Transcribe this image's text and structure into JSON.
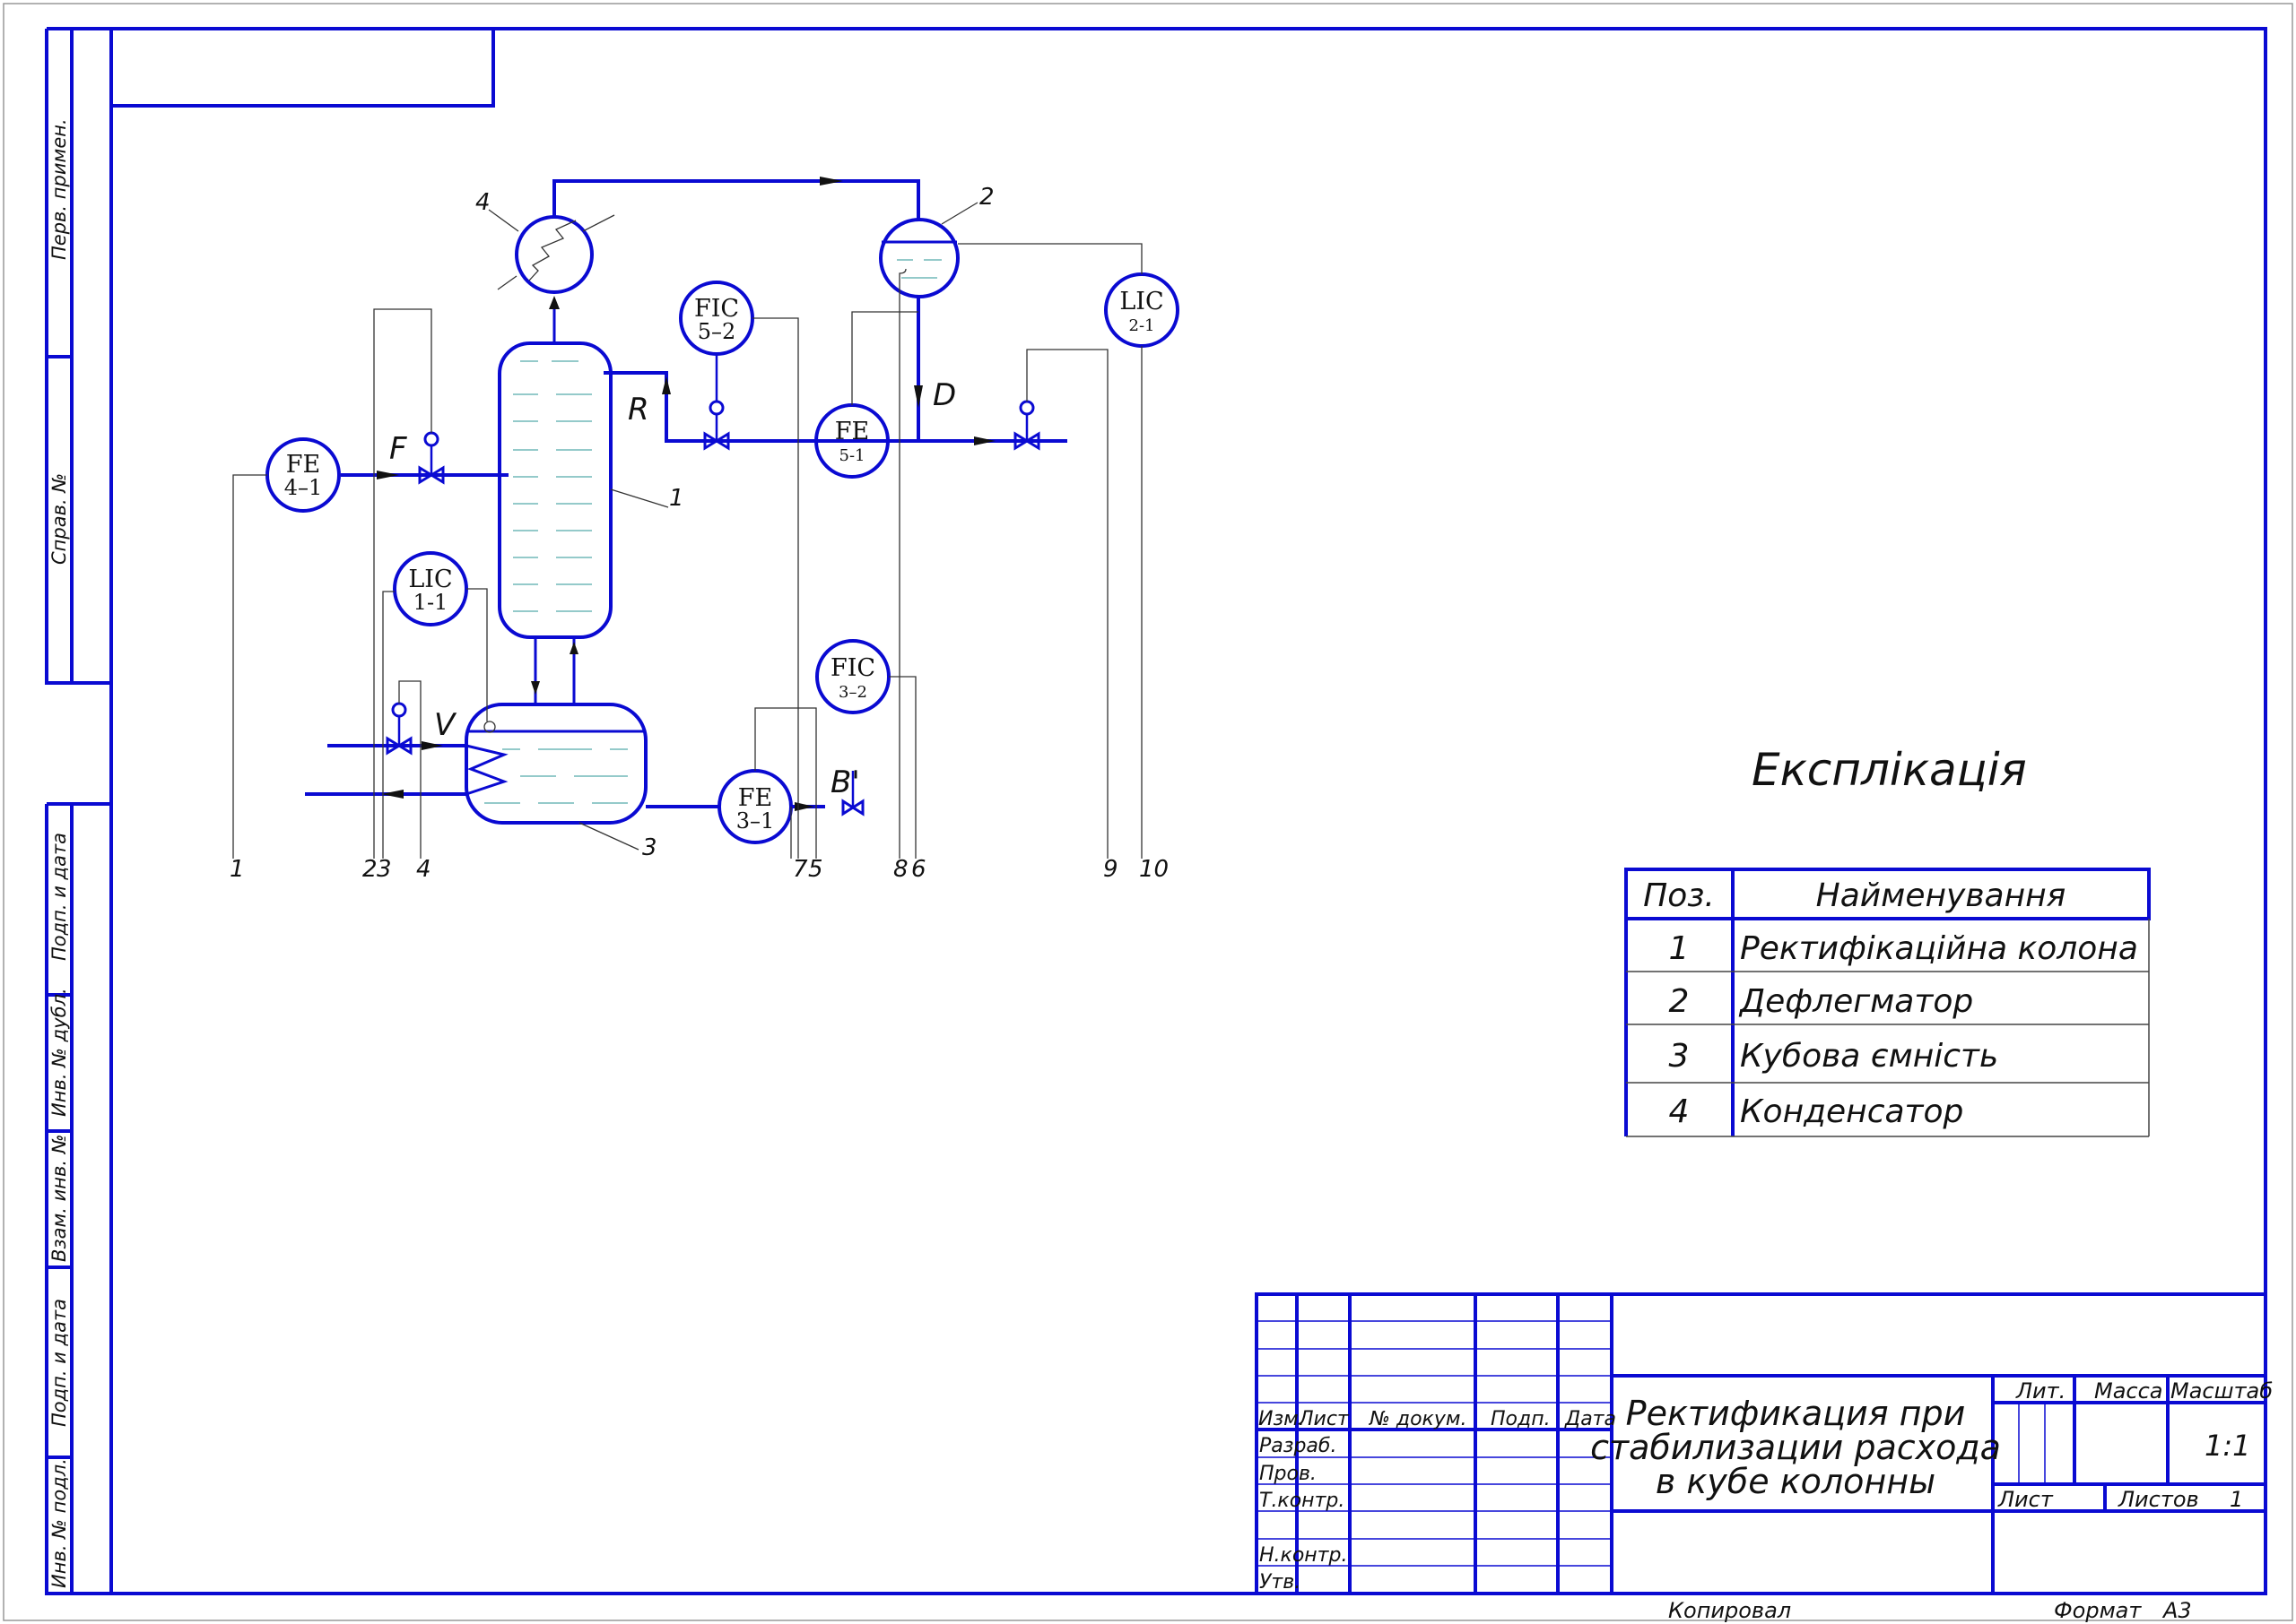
{
  "side_labels": {
    "perv_primen": "Перв. примен.",
    "sprav_no": "Справ. №",
    "podp_data_1": "Подп. и дата",
    "inv_dubl": "Инв. № дубл.",
    "vzam_inv": "Взам. инв. №",
    "podp_data_2": "Подп. и дата",
    "inv_podl": "Инв. № подл."
  },
  "equipment": {
    "column": "1",
    "reflux_drum": "2",
    "reboiler": "3",
    "condenser": "4"
  },
  "streams": {
    "F": "F",
    "R": "R",
    "D": "D",
    "V": "V",
    "B": "B'"
  },
  "instruments": {
    "fe41": {
      "type": "FE",
      "tag": "4–1"
    },
    "fic52": {
      "type": "FIC",
      "tag": "5–2"
    },
    "fe51": {
      "type": "FE",
      "tag": "5-1"
    },
    "lic21": {
      "type": "LIC",
      "tag": "2-1"
    },
    "lic11": {
      "type": "LIC",
      "tag": "1-1"
    },
    "fic32": {
      "type": "FIC",
      "tag": "3–2"
    },
    "fe31": {
      "type": "FE",
      "tag": "3–1"
    }
  },
  "line_numbers": [
    "1",
    "2",
    "3",
    "4",
    "7",
    "5",
    "8",
    "6",
    "9",
    "10"
  ],
  "explication": {
    "title": "Експлікація",
    "header_pos": "Поз.",
    "header_name": "Найменування",
    "rows": [
      {
        "pos": "1",
        "name": "Ректифікаційна колона"
      },
      {
        "pos": "2",
        "name": "Дефлегматор"
      },
      {
        "pos": "3",
        "name": "Кубова ємність"
      },
      {
        "pos": "4",
        "name": "Конденсатор"
      }
    ]
  },
  "title_block": {
    "izm": "Изм.",
    "list": "Лист",
    "doc_no": "№ докум.",
    "podp": "Подп.",
    "data": "Дата",
    "razrab": "Разраб.",
    "prov": "Пров.",
    "tkontr": "Т.контр.",
    "nkontr": "Н.контр.",
    "utv": "Утв.",
    "title_line1": "Ректификация при",
    "title_line2": "стабилизации расхода",
    "title_line3": "в кубе колонны",
    "lit": "Лит.",
    "massa": "Масса",
    "masshtab": "Масштаб",
    "scale": "1:1",
    "sheet": "Лист",
    "sheets": "Листов",
    "sheets_count": "1",
    "kopiroval": "Копировал",
    "format_label": "Формат",
    "format_value": "А3"
  }
}
